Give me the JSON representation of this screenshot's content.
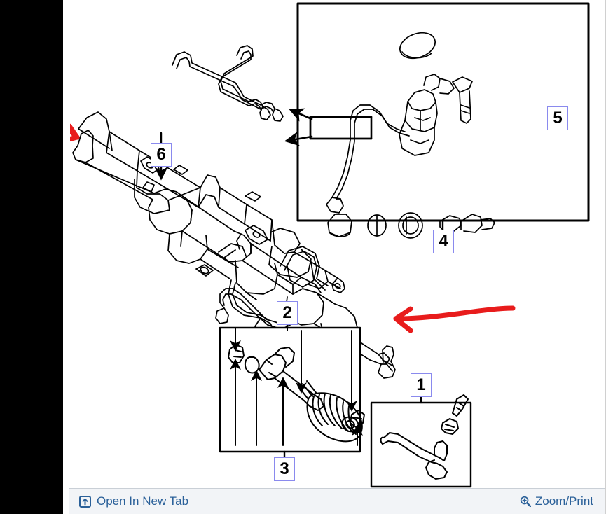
{
  "window": {
    "background_color": "#ffffff",
    "gutter_color": "#000000"
  },
  "footer": {
    "open_in_new_tab": {
      "label": "Open In New Tab",
      "icon": "open-in-new-tab-icon",
      "color": "#2a6099"
    },
    "zoom_print": {
      "label": "Zoom/Print",
      "icon": "magnifier-plus-icon",
      "color": "#2a6099"
    },
    "background_color": "#f2f4f7"
  },
  "diagram": {
    "title_alt": "Power steering gear / rack and pinion exploded parts diagram",
    "line_color": "#000000",
    "callout_border_color": "#8a8aee",
    "annotation_color": "#e81c1c",
    "callouts": [
      {
        "id": "1",
        "label": "1"
      },
      {
        "id": "2",
        "label": "2"
      },
      {
        "id": "3",
        "label": "3"
      },
      {
        "id": "4",
        "label": "4"
      },
      {
        "id": "5",
        "label": "5"
      },
      {
        "id": "6",
        "label": "6"
      }
    ],
    "annotations": [
      {
        "name": "red-arrow-left",
        "target": "left outer tie rod end"
      },
      {
        "name": "red-arrow-right",
        "target": "right outer tie rod end"
      }
    ]
  }
}
